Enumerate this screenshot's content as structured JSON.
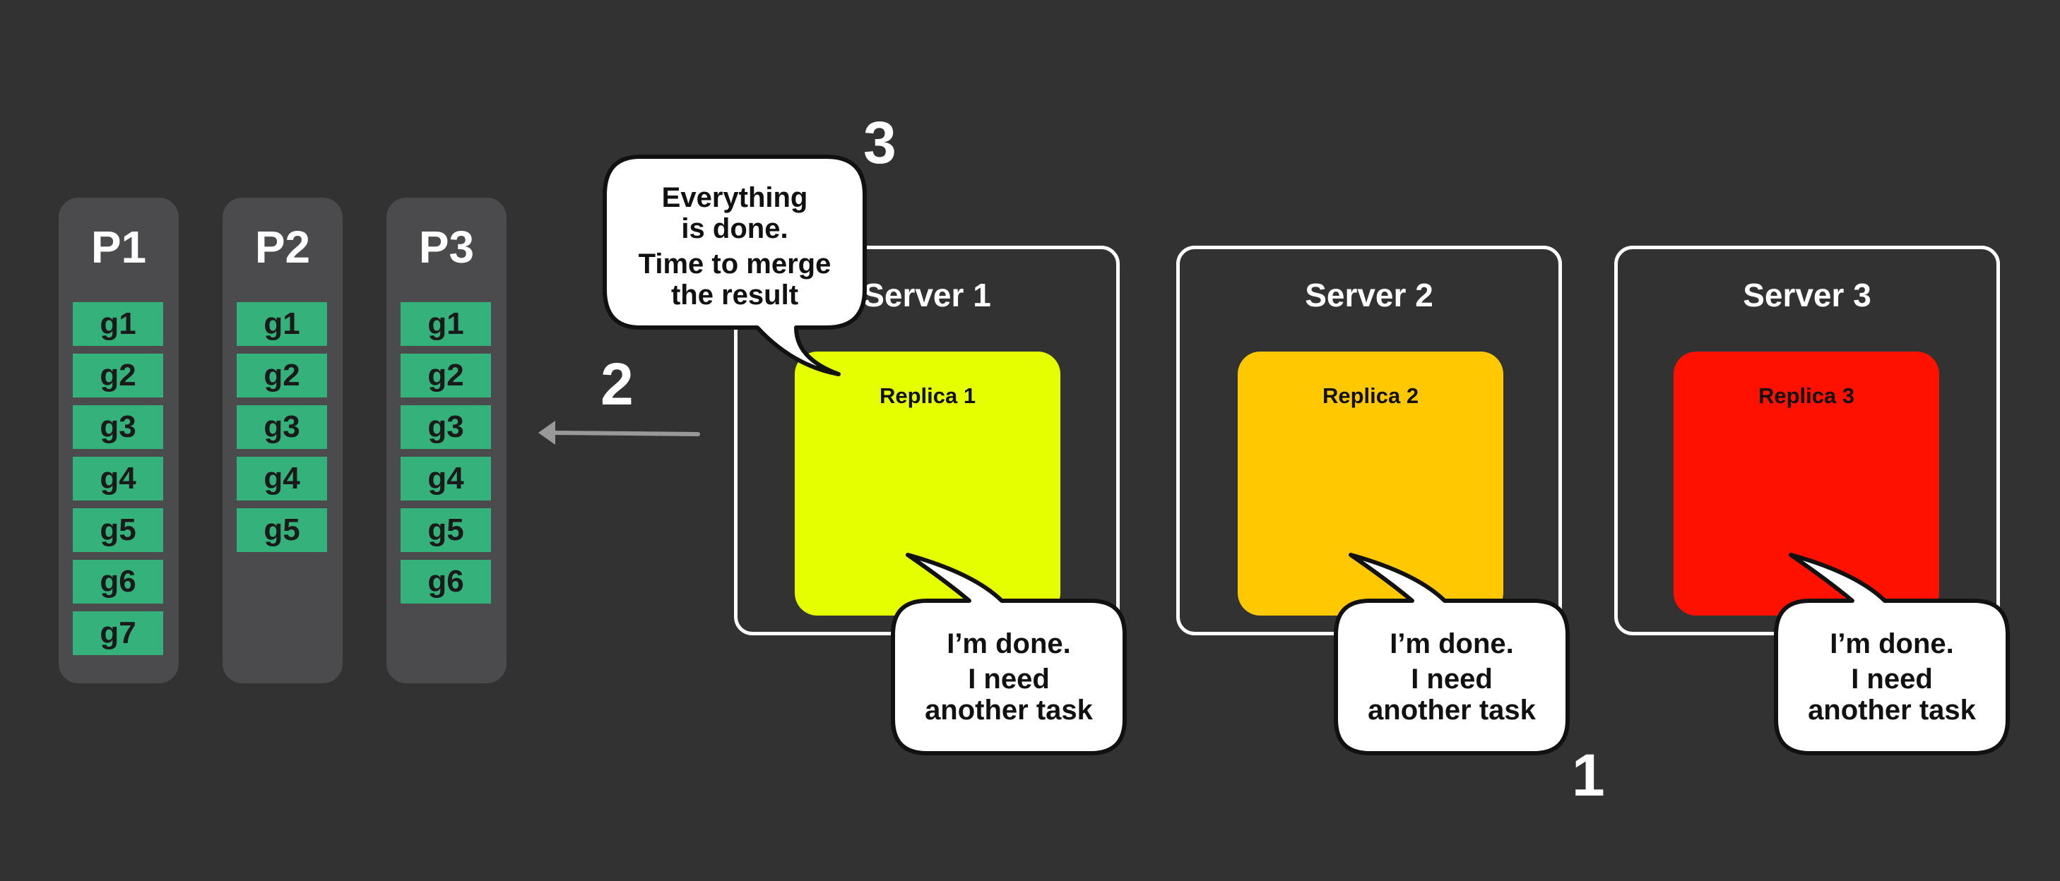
{
  "colors": {
    "background": "#323232",
    "partition_bg": "#4b4b4d",
    "task_cell": "#35b27b",
    "replica_1": "#e6ff00",
    "replica_2": "#ffc800",
    "replica_3": "#ff1100",
    "arrow": "#999999"
  },
  "partitions": [
    {
      "label": "P1",
      "tasks": [
        "g1",
        "g2",
        "g3",
        "g4",
        "g5",
        "g6",
        "g7"
      ]
    },
    {
      "label": "P2",
      "tasks": [
        "g1",
        "g2",
        "g3",
        "g4",
        "g5"
      ]
    },
    {
      "label": "P3",
      "tasks": [
        "g1",
        "g2",
        "g3",
        "g4",
        "g5",
        "g6"
      ]
    }
  ],
  "servers": [
    {
      "label": "Server 1",
      "replica": "Replica 1"
    },
    {
      "label": "Server 2",
      "replica": "Replica 2"
    },
    {
      "label": "Server 3",
      "replica": "Replica 3"
    }
  ],
  "done_bubble": {
    "line1": "I’m done.",
    "line2": "I need",
    "line3": "another task"
  },
  "merge_bubble": {
    "line1": "Everything",
    "line2": "is done.",
    "line3": "Time to merge",
    "line4": "the result"
  },
  "steps": {
    "one": "1",
    "two": "2",
    "three": "3"
  },
  "arrow_icon": "arrow-left-icon"
}
